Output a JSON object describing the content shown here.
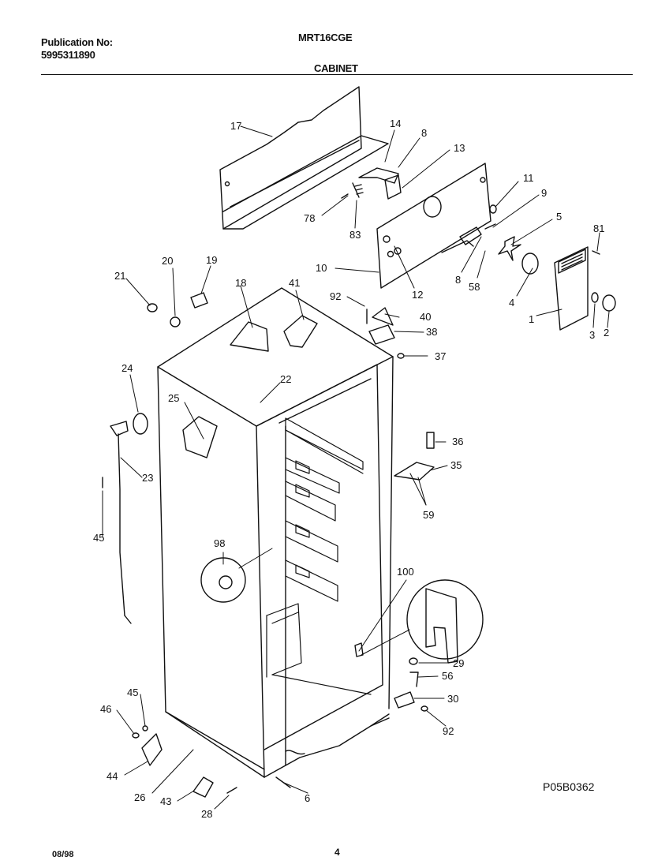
{
  "header": {
    "publication_label": "Publication No:",
    "publication_number": "5995311890",
    "model": "MRT16CGE",
    "section": "CABINET"
  },
  "diagram_code": "P05B0362",
  "footer": {
    "date": "08/98",
    "page": "4"
  },
  "part_labels": {
    "p1": "1",
    "p2": "2",
    "p3": "3",
    "p4": "4",
    "p5": "5",
    "p6": "6",
    "p8a": "8",
    "p8b": "8",
    "p9": "9",
    "p10": "10",
    "p11": "11",
    "p12": "12",
    "p13": "13",
    "p14": "14",
    "p17": "17",
    "p18": "18",
    "p19": "19",
    "p20": "20",
    "p21": "21",
    "p22": "22",
    "p23": "23",
    "p24": "24",
    "p25": "25",
    "p26": "26",
    "p28": "28",
    "p29": "29",
    "p30": "30",
    "p35": "35",
    "p36": "36",
    "p37": "37",
    "p38": "38",
    "p40": "40",
    "p41": "41",
    "p43": "43",
    "p44": "44",
    "p45a": "45",
    "p45b": "45",
    "p46": "46",
    "p56": "56",
    "p58": "58",
    "p59": "59",
    "p78": "78",
    "p81": "81",
    "p83": "83",
    "p92a": "92",
    "p92b": "92",
    "p98": "98",
    "p100": "100"
  }
}
